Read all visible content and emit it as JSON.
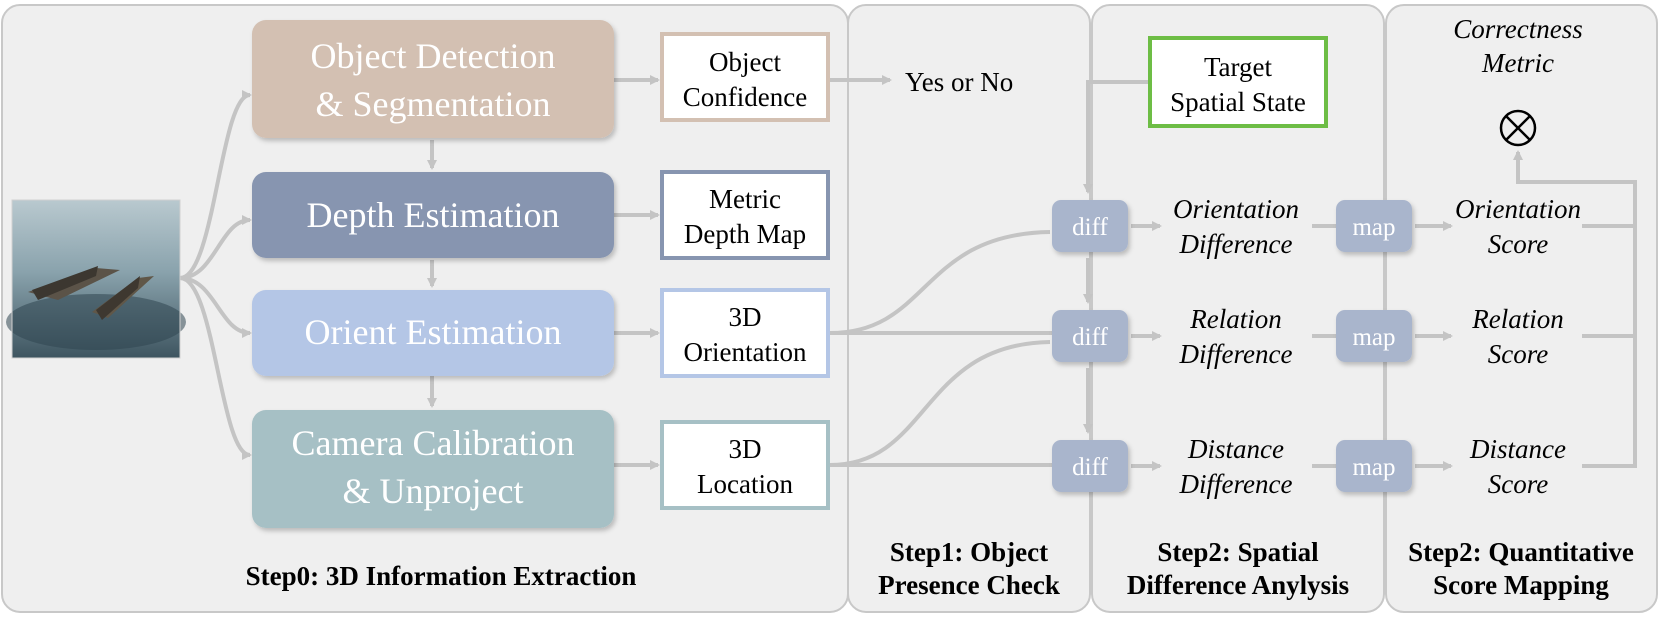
{
  "panels": {
    "extraction_label": "Step0: 3D Information Extraction",
    "presence_label_1": "Step1: Object",
    "presence_label_2": "Presence Check",
    "spatial_label_1": "Step2: Spatial",
    "spatial_label_2": "Difference Anylysis",
    "score_label_1": "Step2: Quantitative",
    "score_label_2": "Score Mapping"
  },
  "modules": {
    "detection": [
      "Object Detection",
      "& Segmentation"
    ],
    "depth": "Depth Estimation",
    "orient": "Orient Estimation",
    "camera": [
      "Camera Calibration",
      "& Unproject"
    ]
  },
  "outputs": {
    "confidence": [
      "Object",
      "Confidence"
    ],
    "depth_map": [
      "Metric",
      "Depth Map"
    ],
    "orientation": [
      "3D",
      "Orientation"
    ],
    "location": [
      "3D",
      "Location"
    ]
  },
  "presence": {
    "result": "Yes or No"
  },
  "target": [
    "Target",
    "Spatial State"
  ],
  "operators": {
    "diff": "diff",
    "map": "map"
  },
  "differences": {
    "orientation": [
      "Orientation",
      "Difference"
    ],
    "relation": [
      "Relation",
      "Difference"
    ],
    "distance": [
      "Distance",
      "Difference"
    ]
  },
  "scores": {
    "orientation": [
      "Orientation",
      "Score"
    ],
    "relation": [
      "Relation",
      "Score"
    ],
    "distance": [
      "Distance",
      "Score"
    ]
  },
  "metric": [
    "Correctness",
    "Metric"
  ],
  "colors": {
    "panel_bg": "#efefef",
    "panel_border": "#c8c8c8",
    "detection": "#d3c0b2",
    "depth": "#8795b0",
    "orient": "#b4c6e6",
    "camera": "#a6c0c5",
    "operator": "#a9b5cc",
    "target_border": "#6dbd45",
    "flow": "#c4c4c4"
  },
  "icons": [
    "photo-of-two-boats",
    "multiply-circle-icon"
  ]
}
